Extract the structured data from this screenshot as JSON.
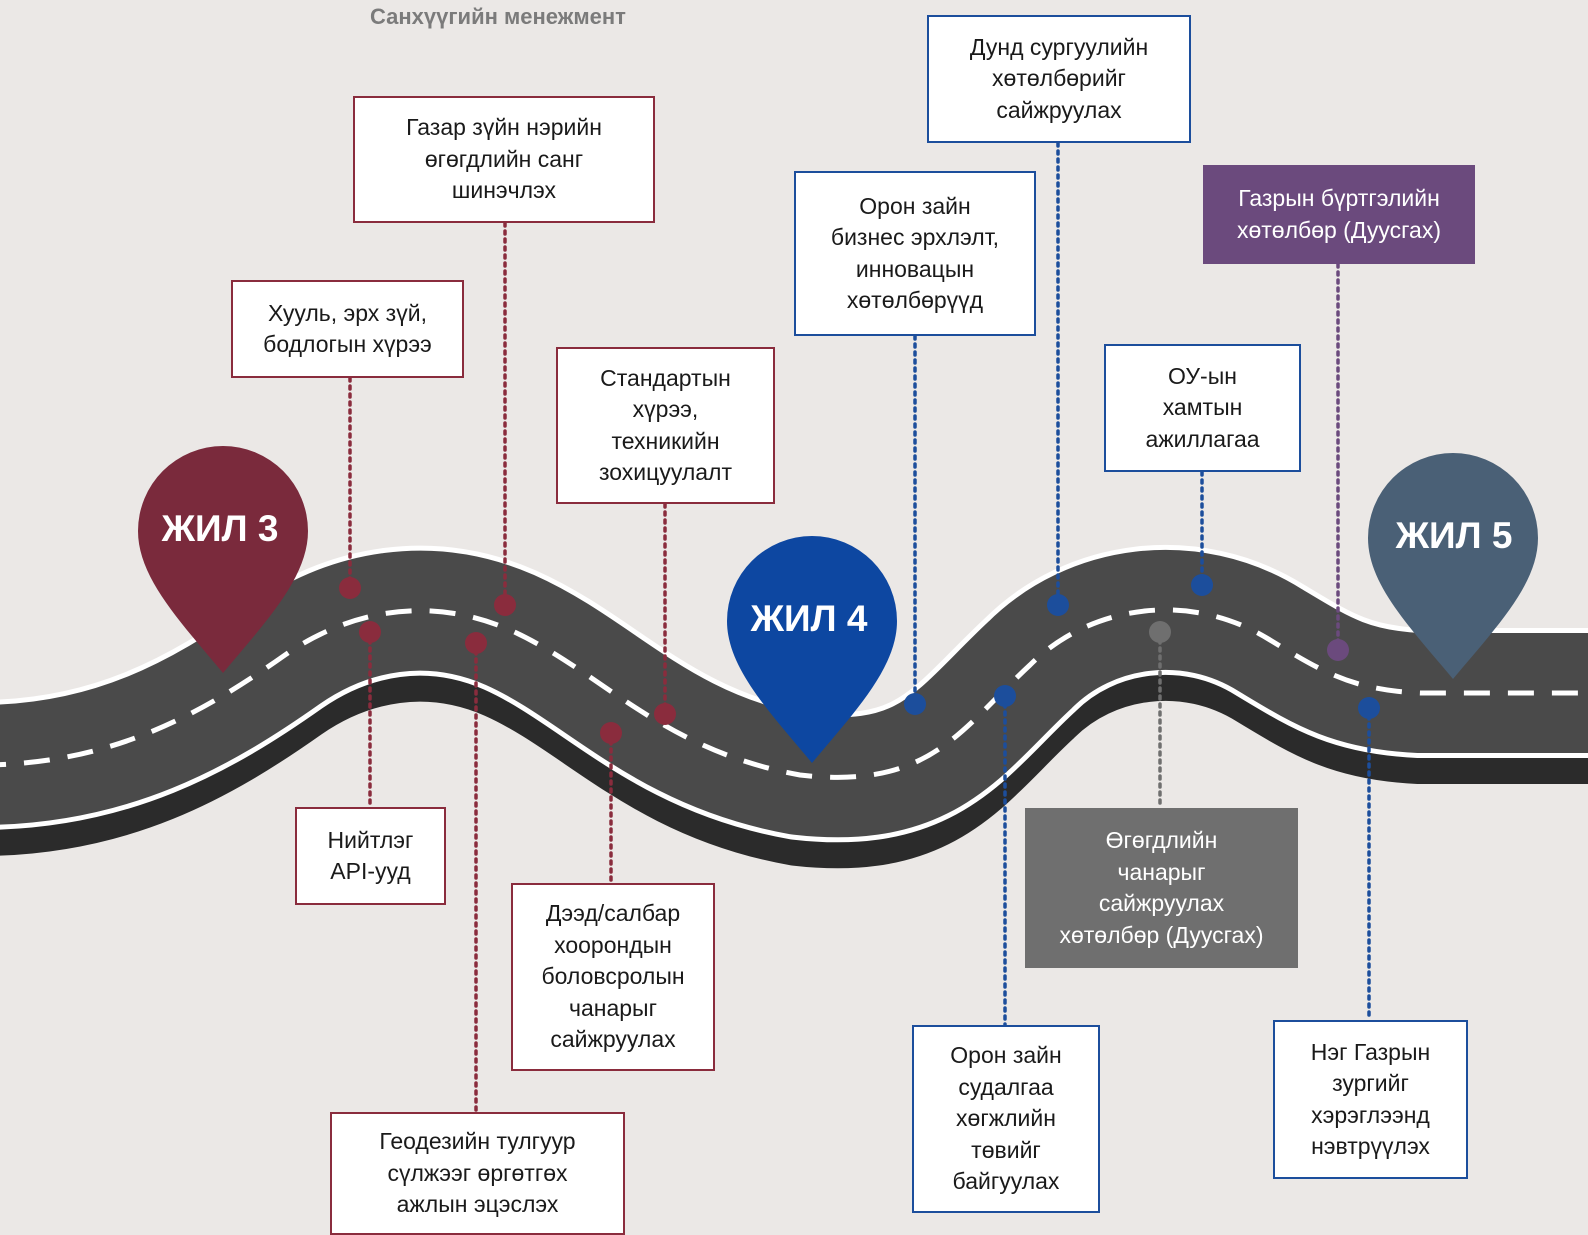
{
  "header": {
    "title": "Санхүүгийн менежмент"
  },
  "colors": {
    "background": "#ebe8e6",
    "road": "#4a4a4a",
    "road_shadow": "#2b2b2b",
    "road_edge": "#ffffff",
    "year3": "#7a2a3c",
    "year4": "#0d47a1",
    "year5": "#4a6076",
    "year3_line": "#8a2c3d",
    "year4_line": "#1c4e9c",
    "purple": "#6b4a7d",
    "gray": "#6f6f6f"
  },
  "pins": [
    {
      "id": "year3",
      "label": "ЖИЛ 3",
      "color": "#7a2a3c"
    },
    {
      "id": "year4",
      "label": "ЖИЛ 4",
      "color": "#0d47a1"
    },
    {
      "id": "year5",
      "label": "ЖИЛ 5",
      "color": "#4a6076"
    }
  ],
  "milestones": [
    {
      "id": "legal-framework",
      "text": "Хууль, эрх зүй,\nбодлогын хүрээ",
      "style": "red"
    },
    {
      "id": "geonames-db",
      "text": "Газар зүйн нэрийн\nөгөгдлийн санг\nшинэчлэх",
      "style": "red"
    },
    {
      "id": "standards",
      "text": "Стандартын\nхүрээ,\nтехникийн\nзохицуулалт",
      "style": "red"
    },
    {
      "id": "public-api",
      "text": "Нийтлэг\nAPI-ууд",
      "style": "red"
    },
    {
      "id": "higher-education",
      "text": "Дээд/салбар\nхоорондын\nболовсролын\nчанарыг\nсайжруулах",
      "style": "red"
    },
    {
      "id": "geodetic-network",
      "text": "Геодезийн тулгуур\nсүлжээг өргөтгөх\nажлын эцэслэх",
      "style": "red"
    },
    {
      "id": "spatial-business",
      "text": "Орон зайн\nбизнес эрхлэлт,\nинновацын\nхөтөлбөрүүд",
      "style": "blue"
    },
    {
      "id": "secondary-school",
      "text": "Дунд сургуулийн\nхөтөлбөрийг\nсайжруулах",
      "style": "blue"
    },
    {
      "id": "intl-cooperation",
      "text": "ОУ-ын\nхамтын\nажиллагаа",
      "style": "blue"
    },
    {
      "id": "land-registry",
      "text": "Газрын бүртгэлийн\nхөтөлбөр (Дуусгах)",
      "style": "purple"
    },
    {
      "id": "data-quality",
      "text": "Өгөгдлийн\nчанарыг\nсайжруулах\nхөтөлбөр (Дуусгах)",
      "style": "gray"
    },
    {
      "id": "spatial-research",
      "text": "Орон зайн\nсудалгаа\nхөгжлийн\nтөвийг\nбайгуулах",
      "style": "blue"
    },
    {
      "id": "unified-map",
      "text": "Нэг Газрын\nзургийг\nхэрэглээнд\nнэвтрүүлэх",
      "style": "blue"
    }
  ]
}
